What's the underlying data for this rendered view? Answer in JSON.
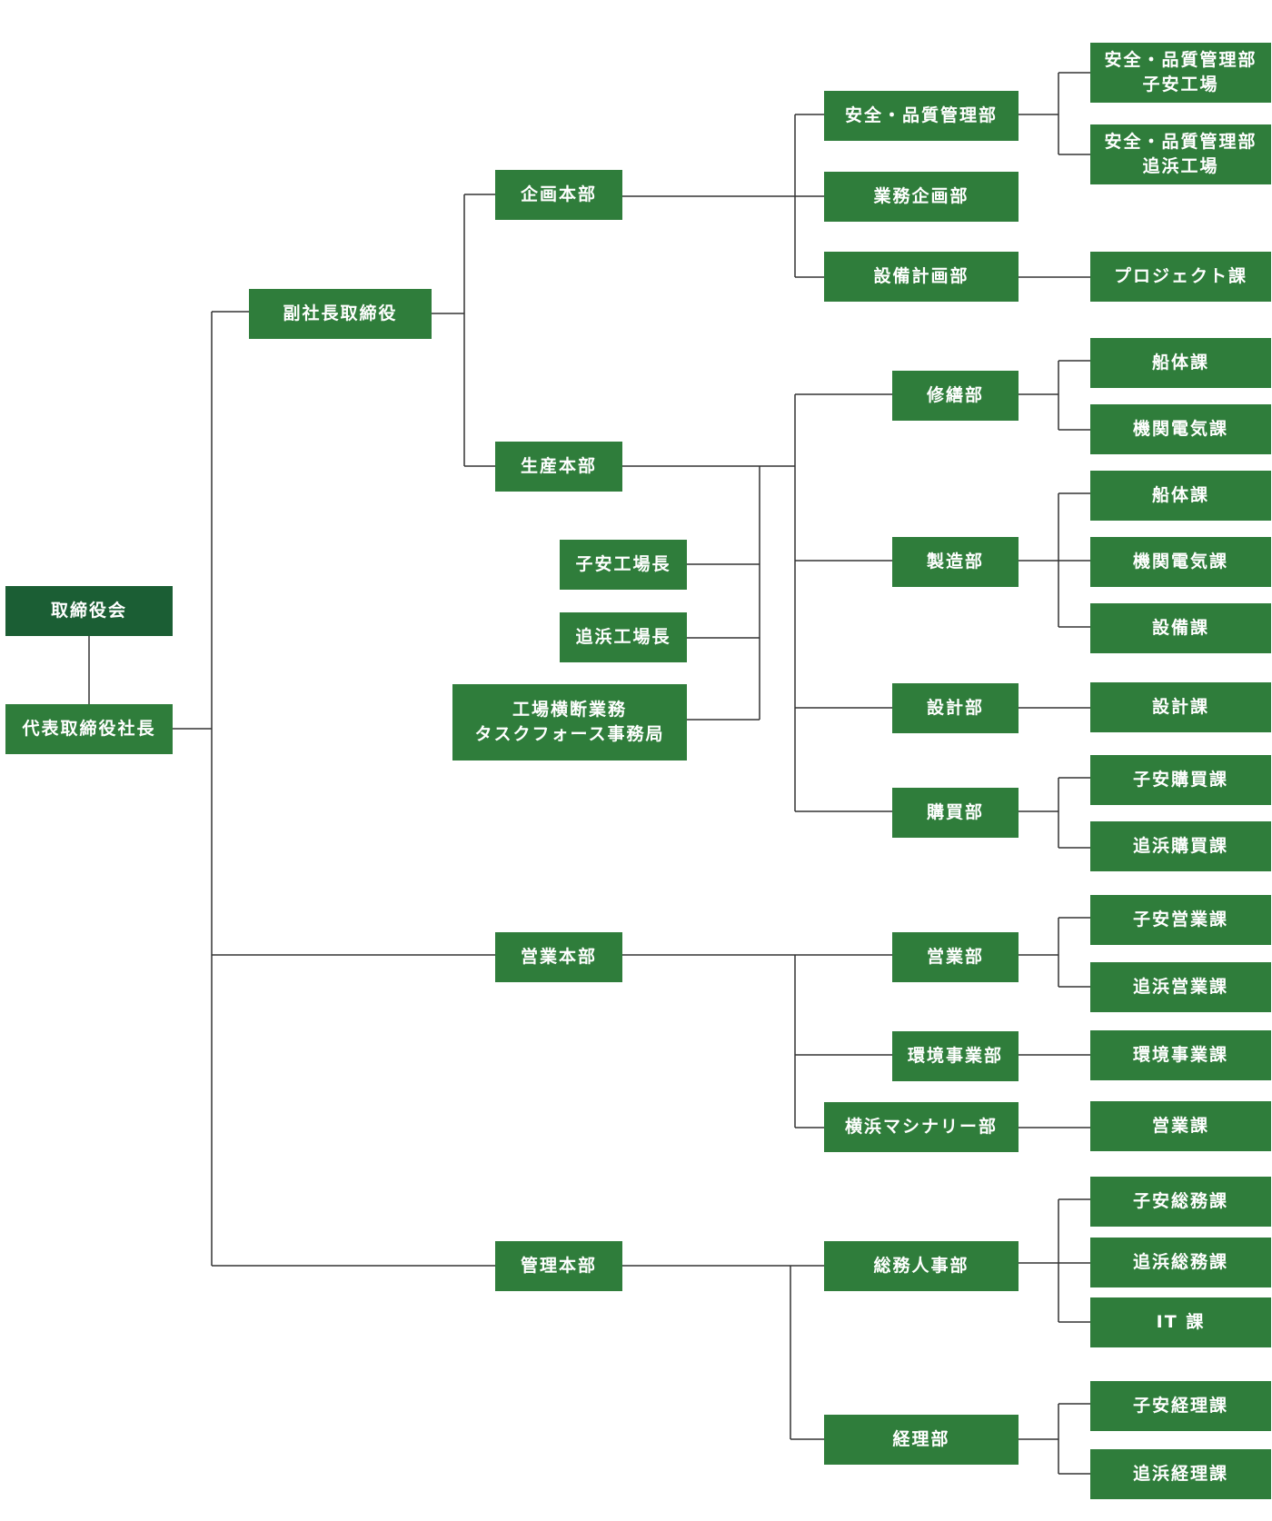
{
  "colors": {
    "box": "#2f7d3b",
    "box_dark": "#1b5e34",
    "line": "#333333",
    "text": "#ffffff"
  },
  "nodes": {
    "board": "取締役会",
    "president": "代表取締役社長",
    "vice_president": "副社長取締役",
    "planning_hq": "企画本部",
    "production_hq": "生産本部",
    "sales_hq": "営業本部",
    "admin_hq": "管理本部",
    "koyasu_plant_mgr": "子安工場長",
    "oppama_plant_mgr": "追浜工場長",
    "taskforce_office": "工場横断業務\nタスクフォース事務局",
    "safety_quality_dept": "安全・品質管理部",
    "business_planning_dept": "業務企画部",
    "facility_planning_dept": "設備計画部",
    "repair_dept": "修繕部",
    "manufacturing_dept": "製造部",
    "design_dept": "設計部",
    "purchasing_dept": "購買部",
    "sales_dept": "営業部",
    "environment_dept": "環境事業部",
    "yokohama_machinery_dept": "横浜マシナリー部",
    "general_affairs_hr_dept": "総務人事部",
    "accounting_dept": "経理部",
    "sq_koyasu": "安全・品質管理部\n子安工場",
    "sq_oppama": "安全・品質管理部\n追浜工場",
    "project_section": "プロジェクト課",
    "repair_hull": "船体課",
    "repair_engine_electric": "機関電気課",
    "mfg_hull": "船体課",
    "mfg_engine_electric": "機関電気課",
    "mfg_equipment": "設備課",
    "design_section": "設計課",
    "koyasu_purchasing": "子安購買課",
    "oppama_purchasing": "追浜購買課",
    "koyasu_sales": "子安営業課",
    "oppama_sales": "追浜営業課",
    "environment_section": "環境事業課",
    "sales_section": "営業課",
    "koyasu_general_affairs": "子安総務課",
    "oppama_general_affairs": "追浜総務課",
    "it_section": "IT 課",
    "koyasu_accounting": "子安経理課",
    "oppama_accounting": "追浜経理課"
  }
}
